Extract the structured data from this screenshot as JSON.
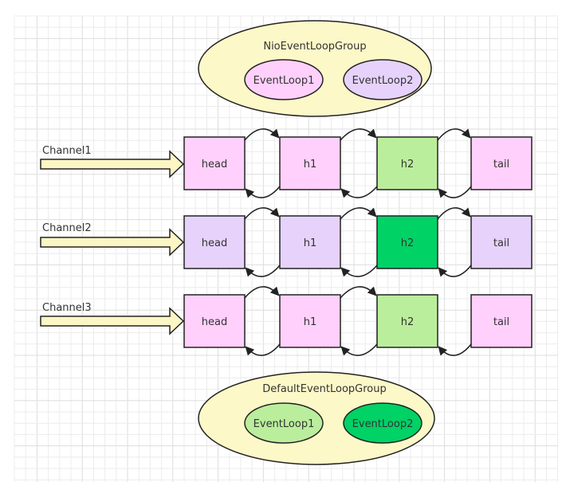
{
  "colors": {
    "group_fill": "#fdf8c8",
    "arrow_fill": "#fbf6c4",
    "pink": "#ffd0fb",
    "lavender": "#e6d2fb",
    "light_green": "#bbee9c",
    "green": "#00d266",
    "stroke": "#222222",
    "grid_minor": "#ececec",
    "grid_major": "#dddddd"
  },
  "top_group": {
    "label": "NioEventLoopGroup",
    "loops": [
      {
        "label": "EventLoop1",
        "color": "pink"
      },
      {
        "label": "EventLoop2",
        "color": "lavender"
      }
    ]
  },
  "bottom_group": {
    "label": "DefaultEventLoopGroup",
    "loops": [
      {
        "label": "EventLoop1",
        "color": "light_green"
      },
      {
        "label": "EventLoop2",
        "color": "green"
      }
    ]
  },
  "channels": [
    {
      "label": "Channel1",
      "handlers": [
        {
          "label": "head",
          "color": "pink"
        },
        {
          "label": "h1",
          "color": "pink"
        },
        {
          "label": "h2",
          "color": "light_green"
        },
        {
          "label": "tail",
          "color": "pink"
        }
      ],
      "links": [
        {
          "forward": true,
          "backward": true
        },
        {
          "forward": true,
          "backward": true
        },
        {
          "forward": true,
          "backward": true
        }
      ]
    },
    {
      "label": "Channel2",
      "handlers": [
        {
          "label": "head",
          "color": "lavender"
        },
        {
          "label": "h1",
          "color": "lavender"
        },
        {
          "label": "h2",
          "color": "green"
        },
        {
          "label": "tail",
          "color": "lavender"
        }
      ],
      "links": [
        {
          "forward": true,
          "backward": true
        },
        {
          "forward": true,
          "backward": true
        },
        {
          "forward": true,
          "backward": true
        }
      ]
    },
    {
      "label": "Channel3",
      "handlers": [
        {
          "label": "head",
          "color": "pink"
        },
        {
          "label": "h1",
          "color": "pink"
        },
        {
          "label": "h2",
          "color": "light_green"
        },
        {
          "label": "tail",
          "color": "pink"
        }
      ],
      "links": [
        {
          "forward": true,
          "backward": true
        },
        {
          "forward": true,
          "backward": true
        },
        {
          "forward": false,
          "backward": true
        }
      ]
    }
  ]
}
